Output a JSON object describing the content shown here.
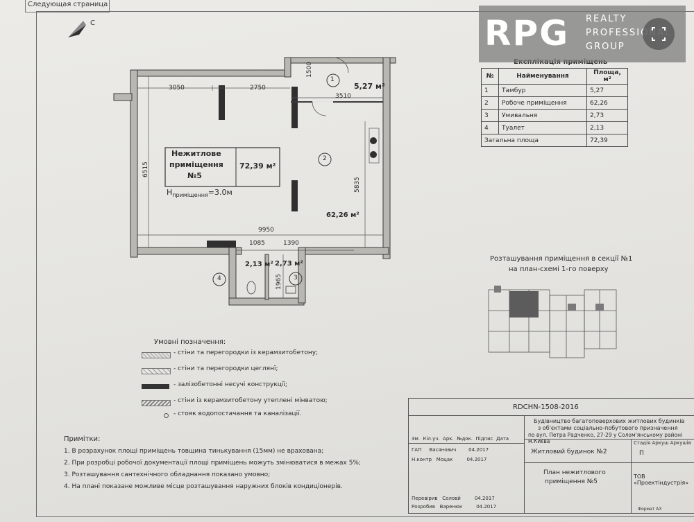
{
  "top_label": "Следующая страница",
  "plan": {
    "title": "Нежитлове приміщення №5",
    "title_l1": "Нежитлове",
    "title_l2": "приміщення",
    "title_l3": "№5",
    "area": "72,39 м²",
    "height_prefix": "H",
    "height_sub": "приміщення",
    "height_value": "=3.0м",
    "rooms": [
      {
        "no": "1",
        "area": "5,27 м²"
      },
      {
        "no": "2",
        "area": "62,26 м²"
      },
      {
        "no": "3",
        "area": "2,73 м²"
      },
      {
        "no": "4",
        "area": "2,13 м²"
      }
    ],
    "dims": {
      "d3050": "3050",
      "d2750": "2750",
      "d1500": "1500",
      "d3510": "3510",
      "d6515": "6515",
      "d5835": "5835",
      "d9950": "9950",
      "d1085": "1085",
      "d1390": "1390",
      "d1965": "1965"
    }
  },
  "explication": {
    "title": "Експлікація приміщень",
    "headers": [
      "№",
      "Найменування",
      "Площа, м²"
    ],
    "rows": [
      [
        "1",
        "Тамбур",
        "5,27"
      ],
      [
        "2",
        "Робоче приміщення",
        "62,26"
      ],
      [
        "3",
        "Умивальня",
        "2,73"
      ],
      [
        "4",
        "Туалет",
        "2,13"
      ]
    ],
    "total_label": "Загальна площа",
    "total_value": "72,39"
  },
  "location": {
    "line1": "Розташування приміщення в секції №1",
    "line2": "на план-схемі 1-го поверху"
  },
  "legend": {
    "title": "Умовні позначення:",
    "items": [
      "- стіни та перегородки із керамзитобетону;",
      "- стіни та перегородки цеглянї;",
      "- залізобетонні несучі конструкції;",
      "- стіни із керамзитобетону утеплені мінватою;",
      "- стояк водопостачання та каналізації."
    ]
  },
  "notes": {
    "title": "Примітки:",
    "items": [
      "1. В розрахунок площі приміщень товщина тинькування (15мм) не врахована;",
      "2. При розробці робочої документації площі приміщень можуть змінюватися в межах 5%;",
      "3. Розташування сантехнічного обладнання показано умовно;",
      "4. На плані показане можливе місце розташування наружних блоків кондиціонерів."
    ]
  },
  "stamp": {
    "code": "RDCHN-1508-2016",
    "project_l1": "Будівництво багатоповерхових житлових будинків",
    "project_l2": "з об'єктами соціально-побутового призначення",
    "project_l3": "по вул. Петра Радченко, 27-29 у Солом'янському районі м.Києва",
    "headers": [
      "Зм.",
      "Кіл.уч.",
      "Арк.",
      "№док.",
      "Підпис",
      "Дата"
    ],
    "building": "Житловий будинок №2",
    "stage_headers": [
      "Стадія",
      "Аркуш",
      "Аркушів"
    ],
    "stage": "П",
    "sheet_title_l1": "План нежитлового",
    "sheet_title_l2": "приміщення №5",
    "company": "ТОВ «Проектіндустрія»",
    "format": "Формат А3",
    "people": [
      {
        "role": "ГАП",
        "name": "Васянович",
        "date": "04.2017"
      },
      {
        "role": "Н.контр",
        "name": "Моцак",
        "date": "04.2017"
      },
      {
        "role": "Перевірив",
        "name": "Соловй",
        "date": "04.2017"
      },
      {
        "role": "Розробив",
        "name": "Варенюк",
        "date": "04.2017"
      }
    ]
  },
  "watermark": {
    "logo": "RPG",
    "line1": "REALTY",
    "line2": "PROFESSIONAL",
    "line3": "GROUP"
  }
}
